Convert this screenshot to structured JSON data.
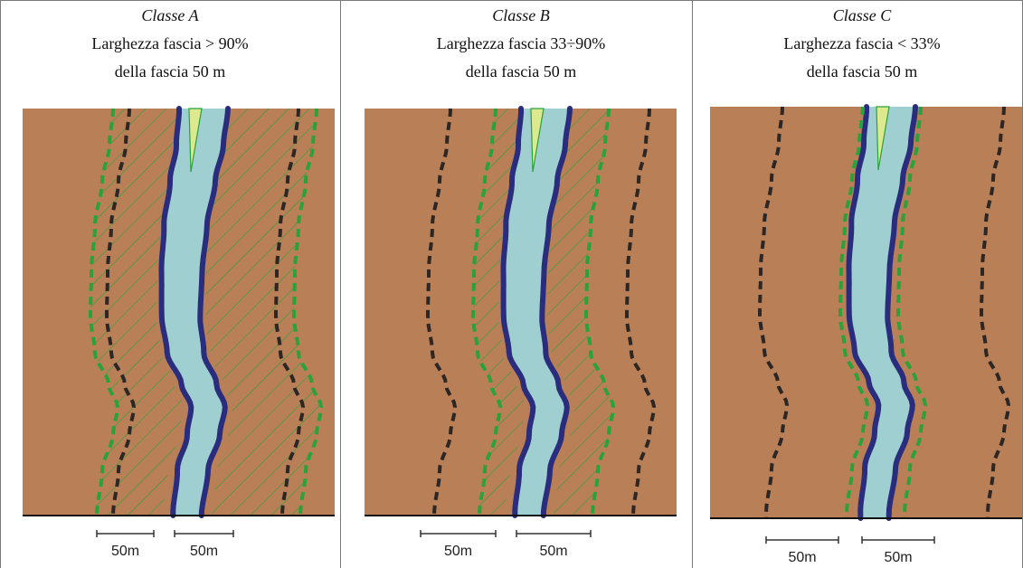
{
  "panels": [
    {
      "class_label": "Classe A",
      "line1": "Larghezza fascia > 90%",
      "line2": "della fascia 50 m",
      "scale_left": "50m",
      "scale_right": "50m"
    },
    {
      "class_label": "Classe B",
      "line1": "Larghezza fascia 33÷90%",
      "line2": "della fascia 50 m",
      "scale_left": "50m",
      "scale_right": "50m"
    },
    {
      "class_label": "Classe C",
      "line1": "Larghezza fascia < 33%",
      "line2": "della fascia 50 m",
      "scale_left": "50m",
      "scale_right": "50m"
    }
  ],
  "colors": {
    "terrain": "#b97f57",
    "water": "#9fcfd0",
    "riverbank": "#2a2d7d",
    "vegetation_line": "#2aa23a",
    "buffer_line": "#2c2624",
    "island": "#dde98f"
  }
}
